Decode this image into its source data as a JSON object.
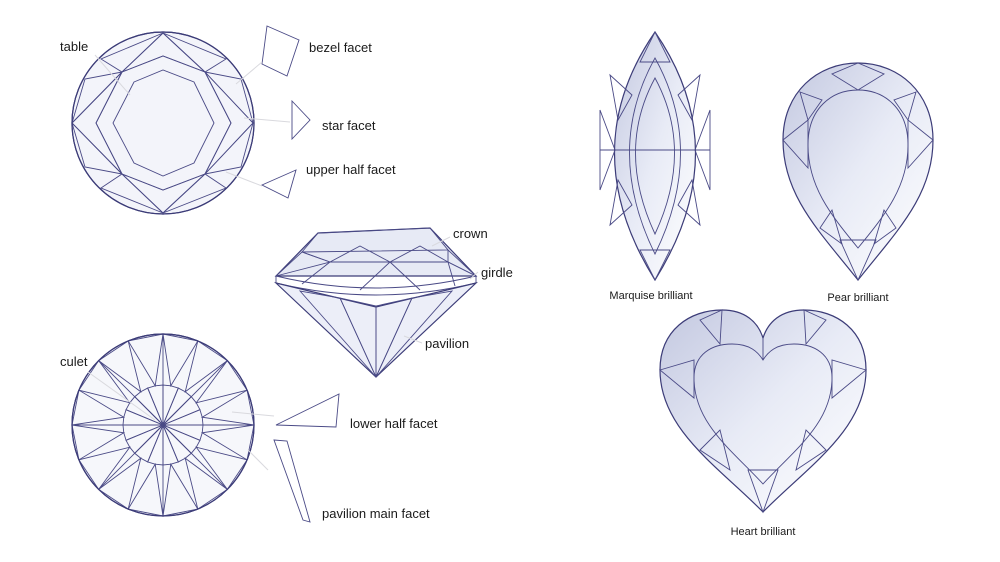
{
  "labels": {
    "table": "table",
    "bezel_facet": "bezel facet",
    "star_facet": "star facet",
    "upper_half_facet": "upper half facet",
    "crown": "crown",
    "girdle": "girdle",
    "pavilion": "pavilion",
    "culet": "culet",
    "lower_half_facet": "lower half facet",
    "pavilion_main_facet": "pavilion main facet"
  },
  "captions": {
    "marquise": "Marquise brilliant",
    "pear": "Pear brilliant",
    "heart": "Heart brilliant"
  },
  "colors": {
    "outline": "#3c3c78",
    "facet_light": "#f4f5fb",
    "facet_mid": "#d5d9ea",
    "facet_dark": "#a9adc6",
    "facet_warm": "#f3ead0"
  }
}
